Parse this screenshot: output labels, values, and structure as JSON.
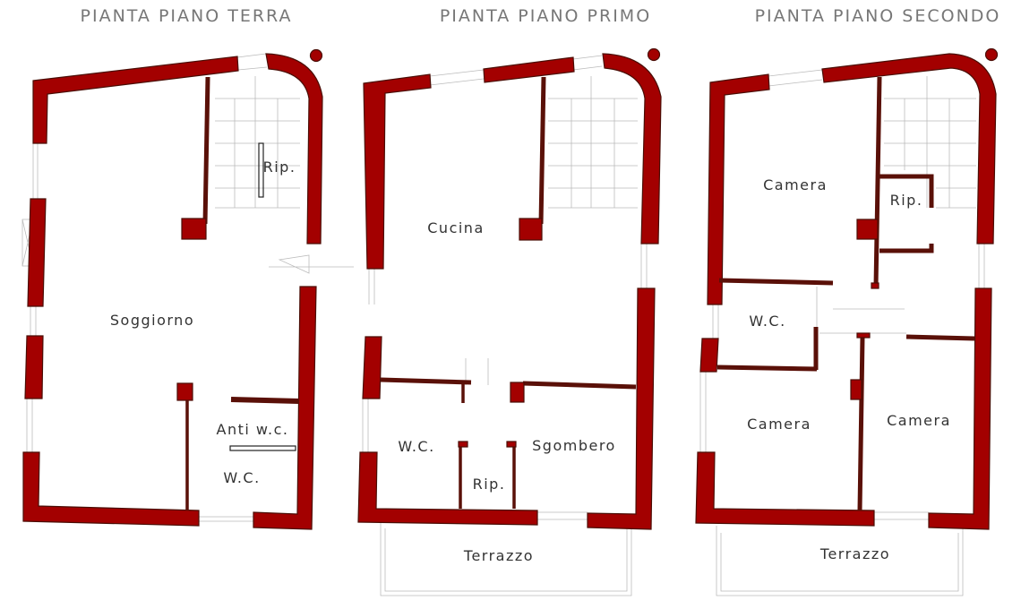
{
  "plans": [
    {
      "title": "PIANTA PIANO TERRA",
      "rooms": [
        "Rip.",
        "Soggiorno",
        "Anti w.c.",
        "W.C."
      ]
    },
    {
      "title": "PIANTA PIANO PRIMO",
      "rooms": [
        "Cucina",
        "W.C.",
        "Rip.",
        "Sgombero",
        "Terrazzo"
      ]
    },
    {
      "title": "PIANTA PIANO SECONDO",
      "rooms": [
        "Camera",
        "Rip.",
        "W.C.",
        "Camera",
        "Camera",
        "Terrazzo"
      ]
    }
  ],
  "colors": {
    "wall": "#a30000",
    "wall_outline": "#4a0d05",
    "text": "#333333",
    "title": "#777777"
  }
}
